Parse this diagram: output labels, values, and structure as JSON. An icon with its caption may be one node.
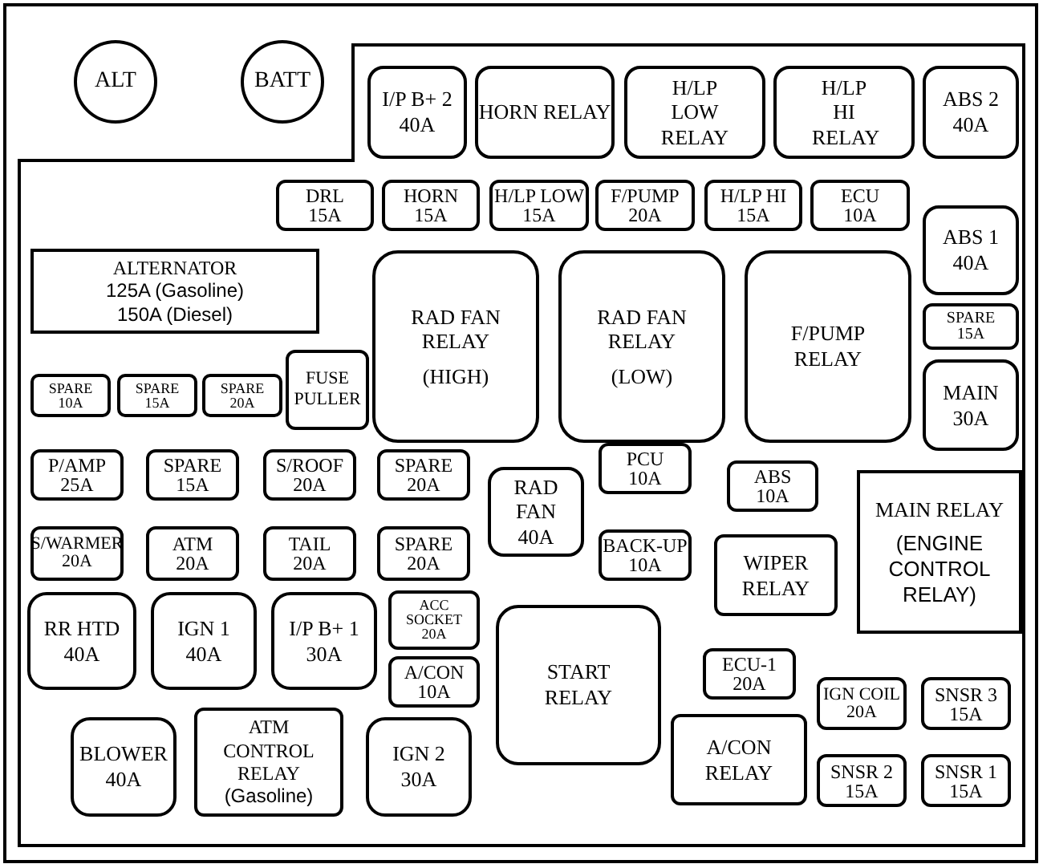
{
  "diagram": {
    "nodes": [
      {
        "text": [
          "ALT"
        ]
      },
      {
        "text": [
          "BATT"
        ]
      },
      {
        "text": [
          "I/P B+ 2",
          "40A"
        ]
      },
      {
        "text": [
          "HORN RELAY"
        ]
      },
      {
        "text": [
          "H/LP LOW RELAY"
        ]
      },
      {
        "text": [
          "H/LP HI RELAY"
        ]
      },
      {
        "text": [
          "ABS 2",
          "40A"
        ]
      },
      {
        "text": [
          "DRL",
          "15A"
        ]
      },
      {
        "text": [
          "HORN",
          "15A"
        ]
      },
      {
        "text": [
          "H/LP LOW",
          "15A"
        ]
      },
      {
        "text": [
          "F/PUMP",
          "20A"
        ]
      },
      {
        "text": [
          "H/LP HI",
          "15A"
        ]
      },
      {
        "text": [
          "ECU",
          "10A"
        ]
      },
      {
        "text": [
          "ABS 1",
          "40A"
        ]
      },
      {
        "text": [
          "ALTERNATOR",
          "125A (Gasoline)",
          "150A (Diesel)"
        ]
      },
      {
        "text": [
          "RAD FAN RELAY",
          "(HIGH)"
        ]
      },
      {
        "text": [
          "RAD FAN RELAY",
          "(LOW)"
        ]
      },
      {
        "text": [
          "F/PUMP RELAY"
        ]
      },
      {
        "text": [
          "SPARE",
          "15A"
        ]
      },
      {
        "text": [
          "MAIN",
          "30A"
        ]
      },
      {
        "text": [
          "SPARE",
          "10A"
        ]
      },
      {
        "text": [
          "SPARE",
          "15A"
        ]
      },
      {
        "text": [
          "SPARE",
          "20A"
        ]
      },
      {
        "text": [
          "FUSE PULLER"
        ]
      },
      {
        "text": [
          "P/AMP",
          "25A"
        ]
      },
      {
        "text": [
          "SPARE",
          "15A"
        ]
      },
      {
        "text": [
          "S/ROOF",
          "20A"
        ]
      },
      {
        "text": [
          "SPARE",
          "20A"
        ]
      },
      {
        "text": [
          "RAD FAN",
          "40A"
        ]
      },
      {
        "text": [
          "PCU",
          "10A"
        ]
      },
      {
        "text": [
          "ABS",
          "10A"
        ]
      },
      {
        "text": [
          "MAIN RELAY",
          "(ENGINE CONTROL RELAY)"
        ]
      },
      {
        "text": [
          "S/WARMER",
          "20A"
        ]
      },
      {
        "text": [
          "ATM",
          "20A"
        ]
      },
      {
        "text": [
          "TAIL",
          "20A"
        ]
      },
      {
        "text": [
          "SPARE",
          "20A"
        ]
      },
      {
        "text": [
          "BACK-UP",
          "10A"
        ]
      },
      {
        "text": [
          "WIPER RELAY"
        ]
      },
      {
        "text": [
          "RR HTD",
          "40A"
        ]
      },
      {
        "text": [
          "IGN 1",
          "40A"
        ]
      },
      {
        "text": [
          "I/P B+ 1",
          "30A"
        ]
      },
      {
        "text": [
          "ACC SOCKET",
          "20A"
        ]
      },
      {
        "text": [
          "START RELAY"
        ]
      },
      {
        "text": [
          "A/CON",
          "10A"
        ]
      },
      {
        "text": [
          "ECU-1",
          "20A"
        ]
      },
      {
        "text": [
          "IGN COIL",
          "20A"
        ]
      },
      {
        "text": [
          "SNSR 3",
          "15A"
        ]
      },
      {
        "text": [
          "BLOWER",
          "40A"
        ]
      },
      {
        "text": [
          "ATM CONTROL RELAY",
          "(Gasoline)"
        ]
      },
      {
        "text": [
          "IGN 2",
          "30A"
        ]
      },
      {
        "text": [
          "A/CON RELAY"
        ]
      },
      {
        "text": [
          "SNSR 2",
          "15A"
        ]
      },
      {
        "text": [
          "SNSR 1",
          "15A"
        ]
      }
    ]
  }
}
